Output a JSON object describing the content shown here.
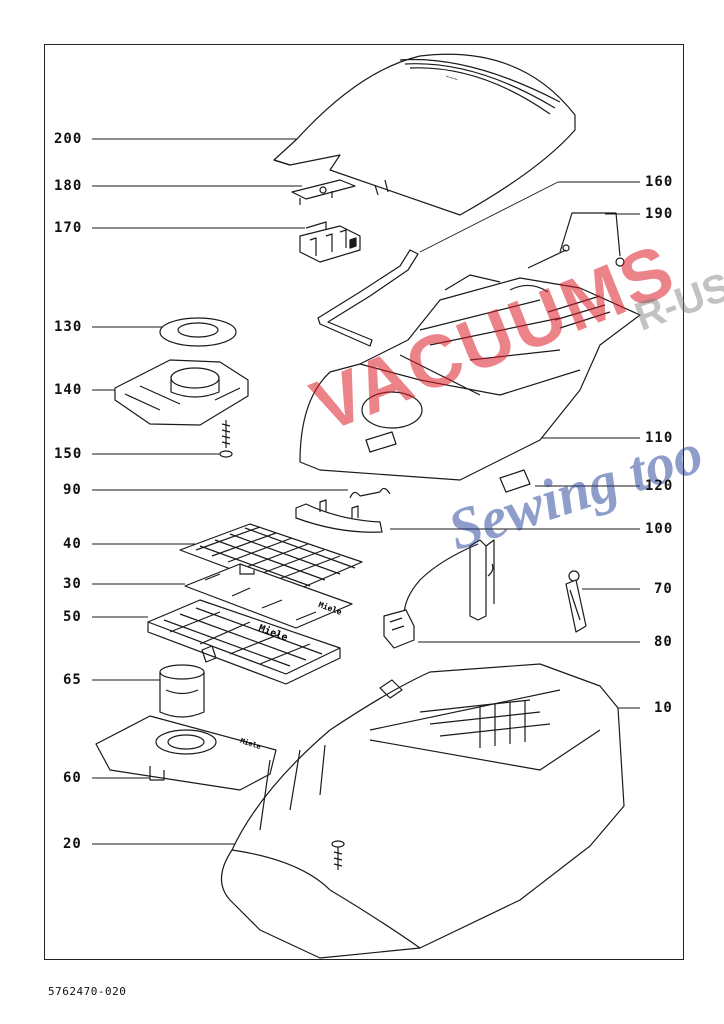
{
  "document_number": "5762470-020",
  "watermark": {
    "brand": "VACUUMS",
    "right_small": "R-US AND",
    "script": "Sewing too"
  },
  "callouts": {
    "c200": "200",
    "c180": "180",
    "c170": "170",
    "c160": "160",
    "c190": "190",
    "c130": "130",
    "c140": "140",
    "c150": "150",
    "c110": "110",
    "c120": "120",
    "c90": "90",
    "c100": "100",
    "c40": "40",
    "c30": "30",
    "c50": "50",
    "c70": "70",
    "c80": "80",
    "c65": "65",
    "c10": "10",
    "c60": "60",
    "c20": "20"
  },
  "part_markings": {
    "filter_brand": "Miele",
    "cover_marking": "Miele",
    "bag_plate_marking": "Miele"
  },
  "colors": {
    "line": "#1a1a1a",
    "watermark_red": "#dc1e28",
    "watermark_blue": "#1e3c96",
    "watermark_grey": "#787878"
  }
}
